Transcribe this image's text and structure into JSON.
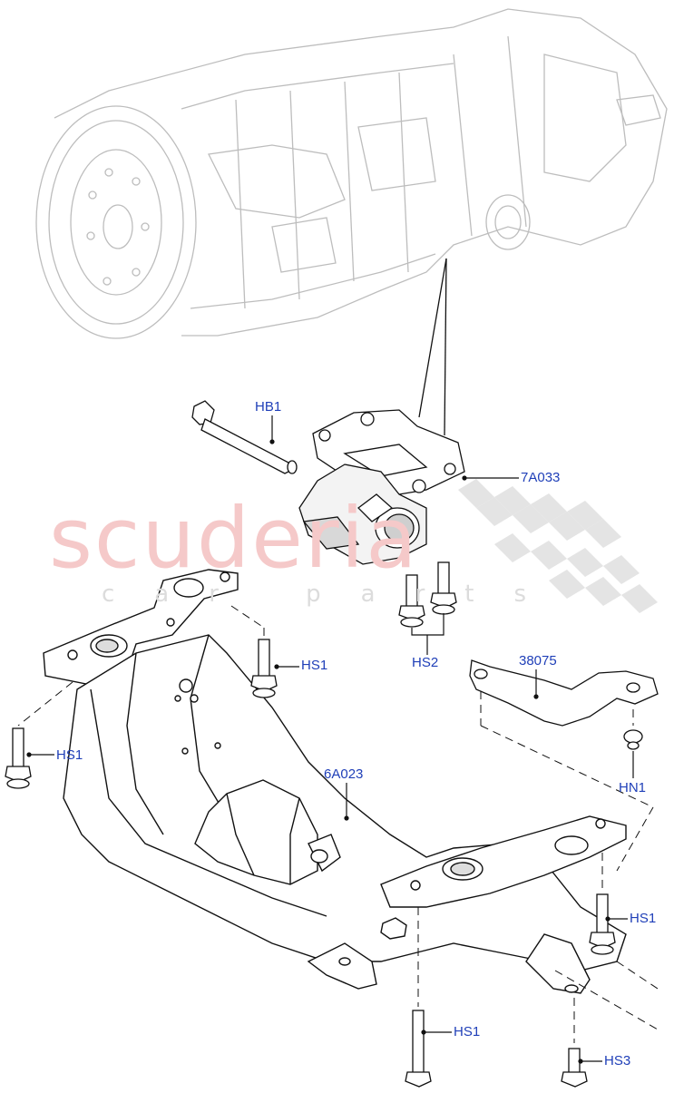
{
  "watermark": {
    "brand": "scuderia",
    "tagline": "car parts"
  },
  "callouts": {
    "hb1": "HB1",
    "a7a033": "7A033",
    "hs2": "HS2",
    "a38075": "38075",
    "hs1_top": "HS1",
    "hs1_left": "HS1",
    "a6a023": "6A023",
    "hn1": "HN1",
    "hs1_right": "HS1",
    "hs1_bottom": "HS1",
    "hs3": "HS3"
  },
  "colors": {
    "callout": "#1f3fb8",
    "line": "#111111",
    "gearbox": "#bdbdbd",
    "watermark": "#f5c9c9"
  }
}
